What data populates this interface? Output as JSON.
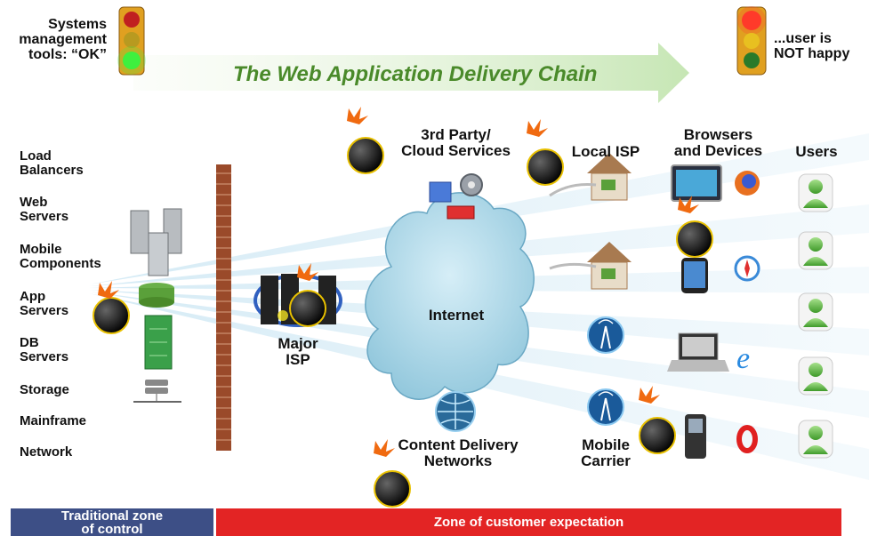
{
  "title": "The Web Application Delivery Chain",
  "status_left": {
    "line1": "Systems",
    "line2": "management",
    "line3": "tools: “OK”"
  },
  "status_right": {
    "line1": "...user is",
    "line2": "NOT happy"
  },
  "infrastructure": [
    {
      "line1": "Load",
      "line2": "Balancers"
    },
    {
      "line1": "Web",
      "line2": "Servers"
    },
    {
      "line1": "Mobile",
      "line2": "Components"
    },
    {
      "line1": "App",
      "line2": "Servers"
    },
    {
      "line1": "DB",
      "line2": "Servers"
    },
    {
      "line1": "Storage",
      "line2": ""
    },
    {
      "line1": "Mainframe",
      "line2": ""
    },
    {
      "line1": "Network",
      "line2": ""
    }
  ],
  "nodes": {
    "major_isp": {
      "line1": "Major",
      "line2": "ISP"
    },
    "internet": "Internet",
    "third_party": {
      "line1": "3rd Party/",
      "line2": "Cloud Services"
    },
    "local_isp": "Local ISP",
    "browsers": {
      "line1": "Browsers",
      "line2": "and Devices"
    },
    "users": "Users",
    "cdn": {
      "line1": "Content Delivery",
      "line2": "Networks"
    },
    "mobile_carrier": {
      "line1": "Mobile",
      "line2": "Carrier"
    }
  },
  "zones": {
    "traditional": {
      "line1": "Traditional zone",
      "line2": "of control"
    },
    "customer": "Zone of customer expectation"
  },
  "colors": {
    "title_green": "#4a8a2a",
    "traditional_zone": "#3d4f86",
    "customer_zone": "#e32424",
    "firewall_brick": "#9a4a2a",
    "cloud": "#a9d6e8",
    "user_green": "#5cb83c"
  },
  "icons": {
    "firewall": "brick-wall-icon",
    "bomb": "bomb-icon",
    "traffic_light": "traffic-light-icon",
    "cloud": "cloud-icon",
    "user": "user-icon",
    "house": "house-icon",
    "antenna": "antenna-icon"
  }
}
